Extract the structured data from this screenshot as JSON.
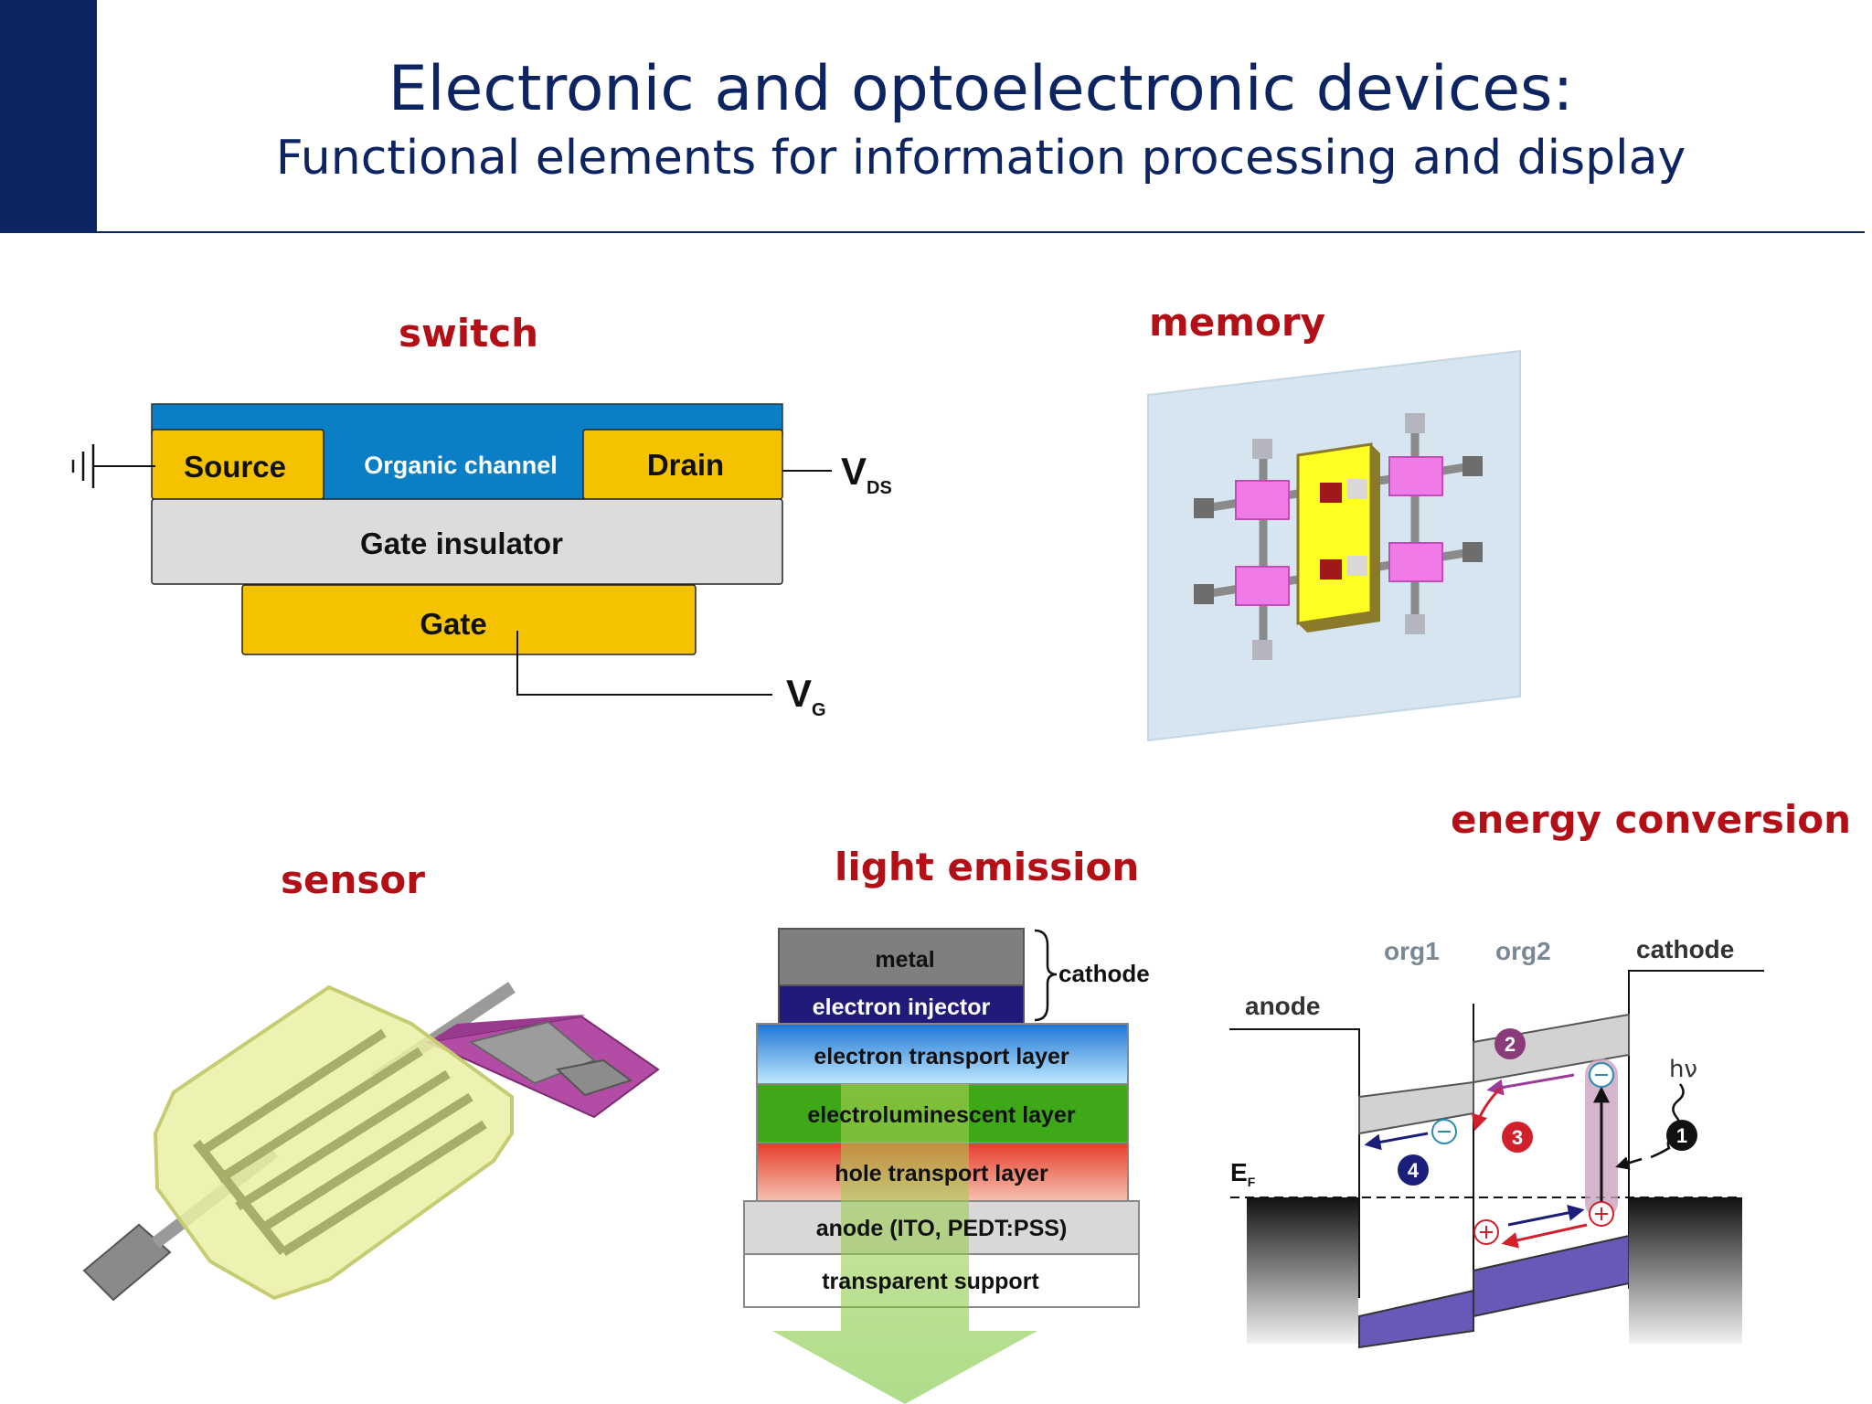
{
  "title": {
    "main": "Electronic and optoelectronic devices:",
    "sub": "Functional elements for information processing and display"
  },
  "colors": {
    "title": "#0c2461",
    "label": "#b21016",
    "gold": "#f5c200",
    "blue": "#0a7fc5",
    "grey": "#dcdcdc"
  },
  "sections": {
    "switch": "switch",
    "memory": "memory",
    "sensor": "sensor",
    "light_emission": "light emission",
    "energy_conversion": "energy conversion"
  },
  "transistor": {
    "source": "Source",
    "channel": "Organic channel",
    "drain": "Drain",
    "insulator": "Gate insulator",
    "gate": "Gate",
    "vds_main": "V",
    "vds_sub": "DS",
    "vg_main": "V",
    "vg_sub": "G"
  },
  "oled": {
    "layers": [
      "metal",
      "electron injector",
      "electron transport layer",
      "electroluminescent layer",
      "hole transport layer",
      "anode (ITO, PEDT:PSS)",
      "transparent support"
    ],
    "cathode": "cathode"
  },
  "photovoltaic": {
    "anode": "anode",
    "org1": "org1",
    "org2": "org2",
    "cathode": "cathode",
    "hv": "hν",
    "ef_main": "E",
    "ef_sub": "F",
    "steps": [
      "1",
      "2",
      "3",
      "4"
    ]
  }
}
